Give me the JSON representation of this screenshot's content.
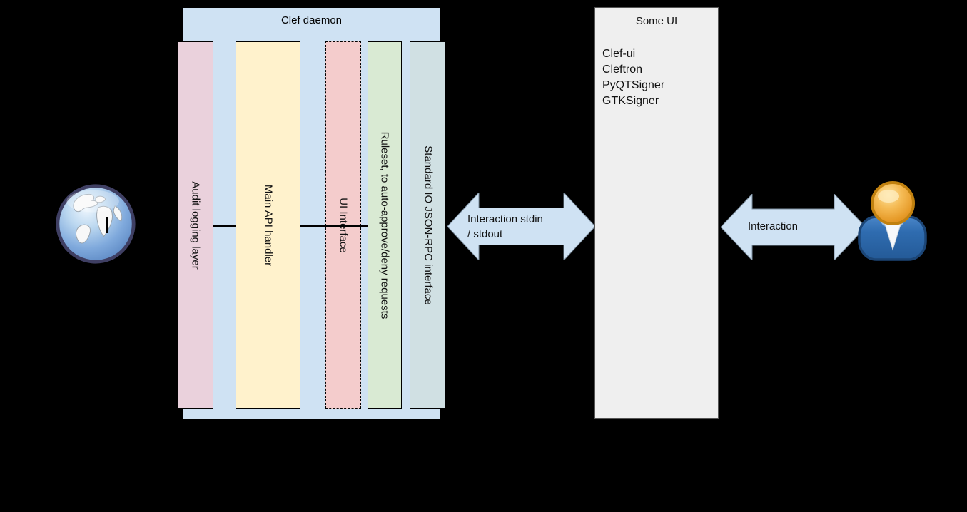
{
  "diagram": {
    "daemon": {
      "title": "Clef daemon",
      "layers": [
        {
          "label": "Audit logging layer"
        },
        {
          "label": "Main API handler"
        },
        {
          "label": "UI Interface"
        },
        {
          "label": "Ruleset, to auto-approve/deny requests"
        },
        {
          "label": "Standard IO JSON-RPC interface"
        }
      ]
    },
    "some_ui": {
      "title": "Some UI",
      "items": [
        {
          "label": "Clef-ui"
        },
        {
          "label": "Cleftron"
        },
        {
          "label": "PyQTSigner"
        },
        {
          "label": "GTKSigner"
        }
      ]
    },
    "arrows": [
      {
        "lines": [
          "Interaction stdin",
          "/ stdout"
        ]
      },
      {
        "lines": [
          "Interaction"
        ]
      }
    ],
    "icons": {
      "left": "globe-icon",
      "right": "user-icon"
    },
    "colors": {
      "background": "#000000",
      "daemon_box": "#cfe2f3",
      "audit_layer": "#ead1dc",
      "main_api_handler": "#fff2cc",
      "ui_interface": "#f4cccc",
      "ruleset": "#d9ead3",
      "stdio_interface": "#d0e0e3",
      "some_ui_box": "#efefef",
      "arrow_fill": "#cfe2f3"
    }
  }
}
